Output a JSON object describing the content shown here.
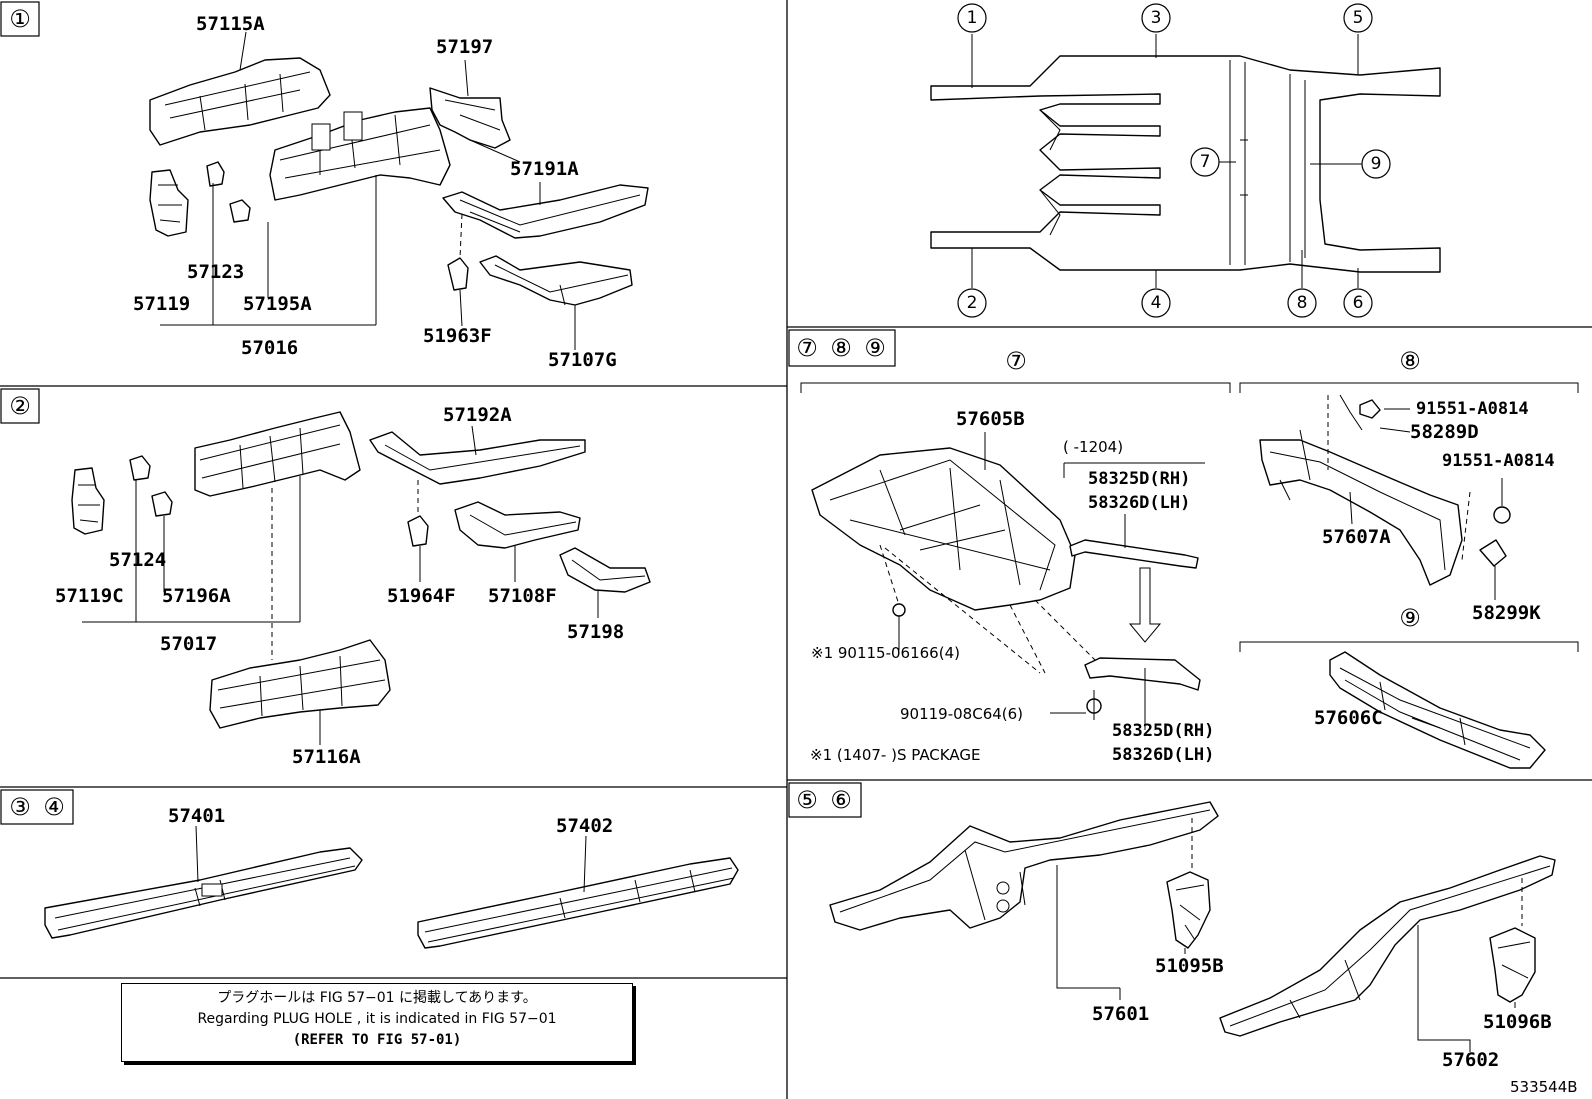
{
  "panel_tags": {
    "p1": [
      "①"
    ],
    "p2": [
      "②"
    ],
    "p34": [
      "③",
      "④"
    ],
    "p789": [
      "⑦",
      "⑧",
      "⑨"
    ],
    "p56": [
      "⑤",
      "⑥"
    ]
  },
  "panel1": {
    "parts": [
      "57115A",
      "57197",
      "57191A",
      "57123",
      "57119",
      "57195A",
      "57016",
      "51963F",
      "57107G"
    ]
  },
  "panel2": {
    "parts": [
      "57192A",
      "57124",
      "57119C",
      "57196A",
      "57017",
      "51964F",
      "57108F",
      "57198",
      "57116A"
    ]
  },
  "panel34": {
    "parts": [
      "57401",
      "57402"
    ]
  },
  "overview": {
    "markers": [
      "①",
      "③",
      "⑤",
      "⑦",
      "⑨",
      "②",
      "④",
      "⑧",
      "⑥"
    ]
  },
  "panel7": {
    "header": "⑦",
    "parts": [
      "57605B",
      "58325D(RH)",
      "58326D(LH)",
      "58325D(RH)",
      "58326D(LH)"
    ],
    "date_note": "(     -1204)",
    "bolt1": "※1 90115-06166(4)",
    "bolt2": "90119-08C64(6)",
    "footnote": "※1 (1407-      )S PACKAGE"
  },
  "panel8": {
    "header": "⑧",
    "parts": [
      "91551-A0814",
      "58289D",
      "91551-A0814",
      "57607A",
      "58299K"
    ]
  },
  "panel9": {
    "header": "⑨",
    "parts": [
      "57606C"
    ]
  },
  "panel56": {
    "parts": [
      "51095B",
      "57601",
      "51096B",
      "57602"
    ]
  },
  "note_box": {
    "line1": "プラグホールは FIG  57−01 に掲載してあります。",
    "line2": "Regarding  PLUG  HOLE , it is indicated in FIG  57−01",
    "line3": "(REFER TO FIG 57-01)"
  },
  "figure_id": "533544B"
}
